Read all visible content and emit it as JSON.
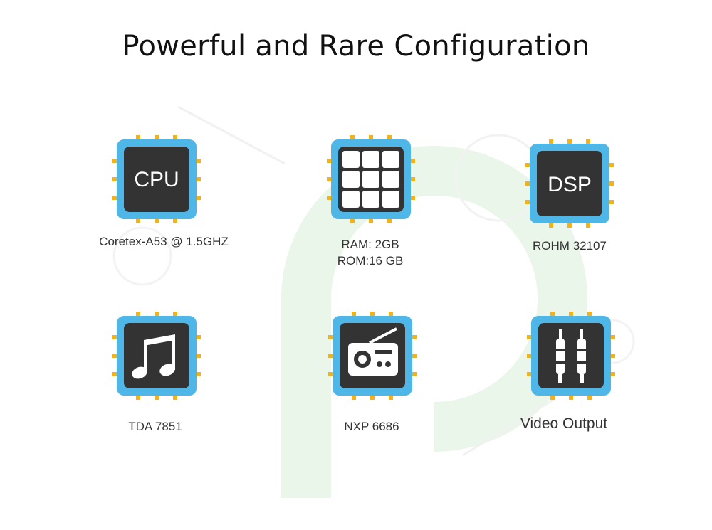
{
  "title": "Powerful and Rare Configuration",
  "colors": {
    "pcb": "#4fb6e8",
    "core": "#333333",
    "pin": "#f2b21b",
    "watermark": "#e9f6e9"
  },
  "features": [
    {
      "icon": "cpu-chip-icon",
      "chip_text": "CPU",
      "lines": [
        "Coretex-A53 @ 1.5GHZ"
      ]
    },
    {
      "icon": "memory-grid-icon",
      "chip_text": "",
      "lines": [
        "RAM: 2GB",
        "ROM:16 GB"
      ]
    },
    {
      "icon": "dsp-chip-icon",
      "chip_text": "DSP",
      "lines": [
        "ROHM 32107"
      ]
    },
    {
      "icon": "music-note-icon",
      "chip_text": "",
      "lines": [
        "TDA 7851"
      ]
    },
    {
      "icon": "radio-icon",
      "chip_text": "",
      "lines": [
        "NXP 6686"
      ]
    },
    {
      "icon": "rca-cable-icon",
      "chip_text": "",
      "lines": [
        "Video Output"
      ]
    }
  ]
}
